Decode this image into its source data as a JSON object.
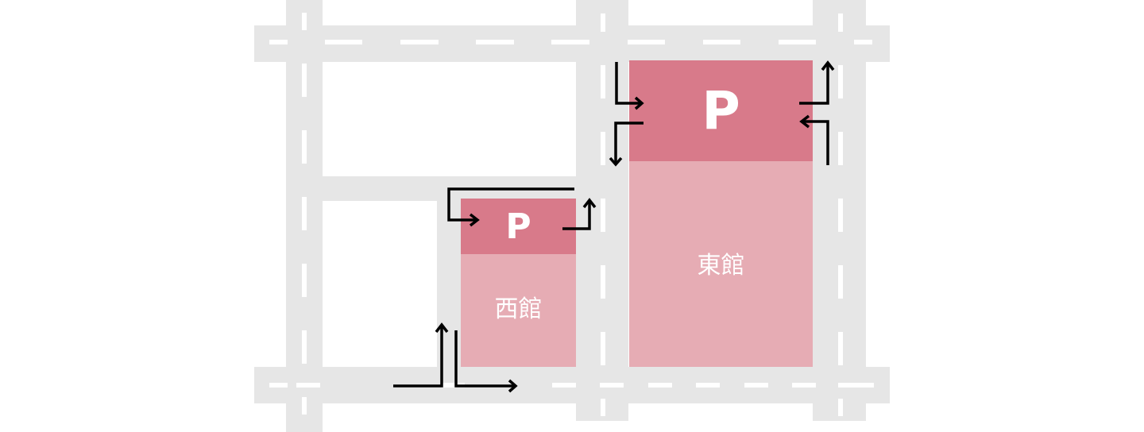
{
  "map": {
    "colors": {
      "road": "#e6e6e6",
      "lane_marking": "#ffffff",
      "parking": "#d87a8a",
      "building": "#e6acb4",
      "arrow": "#000000",
      "label": "#ffffff"
    },
    "buildings": {
      "west": {
        "label": "西館",
        "parking_label": "P"
      },
      "east": {
        "label": "東館",
        "parking_label": "P"
      }
    },
    "arrows": {
      "west": [
        "entry-from-top-road",
        "exit-to-right",
        "entry-from-bottom-road",
        "exit-to-bottom-road"
      ],
      "east": [
        "entry-from-left",
        "exit-to-left-down",
        "exit-to-right-up",
        "entry-from-right"
      ]
    }
  }
}
